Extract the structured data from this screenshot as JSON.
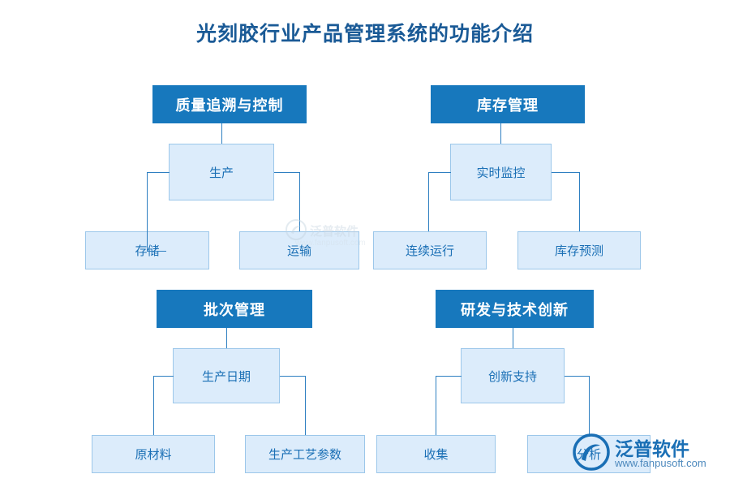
{
  "title": "光刻胶行业产品管理系统的功能介绍",
  "colors": {
    "header_bg": "#1778bd",
    "header_text": "#ffffff",
    "node_bg": "#dcecfb",
    "node_border": "#9cc7ea",
    "node_text": "#1a6fb5",
    "line": "#2e7fc1",
    "title_text": "#1a5a96",
    "logo_text": "#1a6fb5"
  },
  "sections": [
    {
      "header": "质量追溯与控制",
      "middle": "生产",
      "leaves": [
        "存储",
        "运输"
      ]
    },
    {
      "header": "库存管理",
      "middle": "实时监控",
      "leaves": [
        "连续运行",
        "库存预测"
      ]
    },
    {
      "header": "批次管理",
      "middle": "生产日期",
      "leaves": [
        "原材料",
        "生产工艺参数"
      ]
    },
    {
      "header": "研发与技术创新",
      "middle": "创新支持",
      "leaves": [
        "收集",
        "分析"
      ]
    }
  ],
  "watermark": {
    "brand": "泛普软件",
    "url": "www.fanpusoft.com"
  },
  "logo": {
    "brand": "泛普软件",
    "url": "www.fanpusoft.com"
  }
}
